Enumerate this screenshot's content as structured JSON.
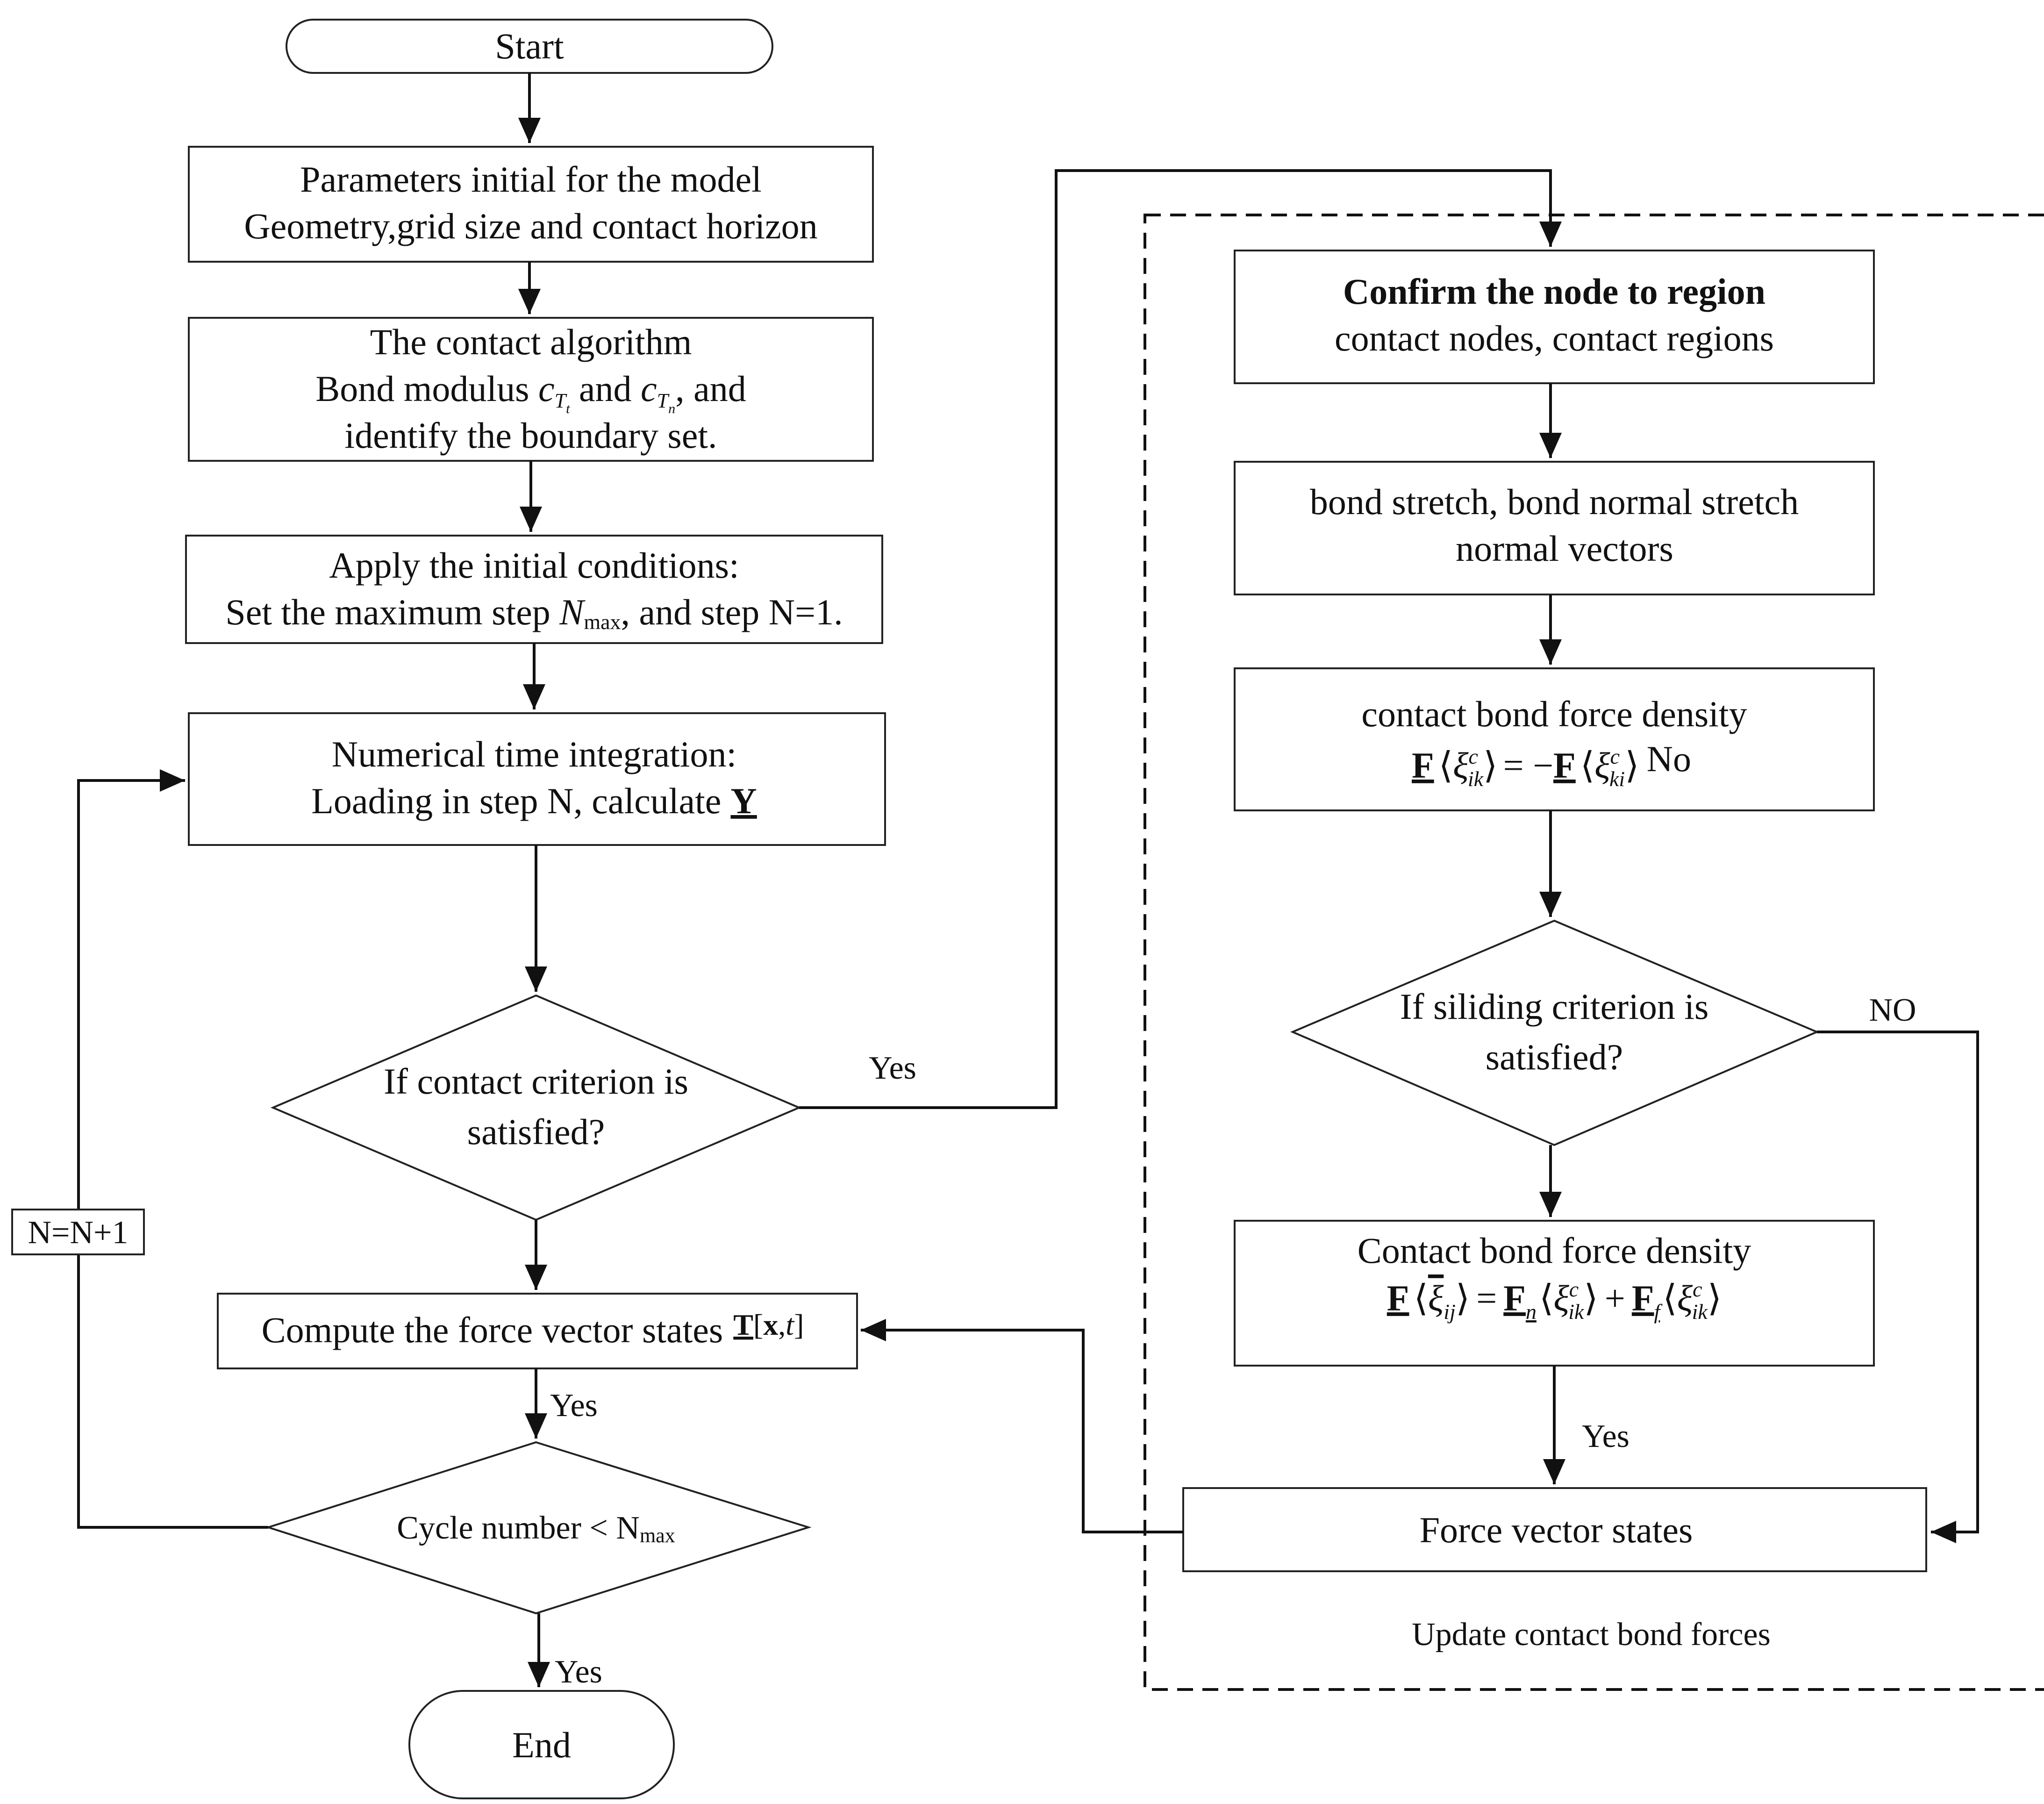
{
  "nodes": {
    "start": "Start",
    "params": {
      "line1": "Parameters initial  for the model",
      "line2": "Geometry,grid size and contact horizon"
    },
    "contact_algo": {
      "line1": "The contact algorithm",
      "line2_prefix": "Bond modulus ",
      "line2_mid": " and ",
      "line2_suffix": ", and",
      "line3": "identify the boundary set.",
      "sym_c": "c",
      "sym_T": "T",
      "sub_t": "t",
      "sub_n": "n"
    },
    "initial_conditions": {
      "line1": "Apply the initial conditions:",
      "line2_prefix": "Set the maximum step ",
      "sym_N": "N",
      "sub_max": "max",
      "line2_suffix": ", and step N=1."
    },
    "integration": {
      "line1": "Numerical time integration:",
      "line2": "Loading in step N, calculate",
      "sym_Y": "Y"
    },
    "contact_criterion": {
      "line1": "If contact criterion is",
      "line2": "satisfied?"
    },
    "compute_force": {
      "text": "Compute the force vector states",
      "sym_T": "T",
      "sym_x": "x",
      "sym_t": "t"
    },
    "cycle": {
      "text": "Cycle number < N",
      "sub": "max"
    },
    "end": "End",
    "confirm_node": {
      "line1": "Confirm the node to region",
      "line2": "contact nodes, contact regions"
    },
    "bond_stretch": {
      "line1": "bond stretch, bond normal stretch",
      "line2": "normal vectors"
    },
    "contact_bond_force": {
      "line1": "contact bond force density",
      "sym_F": "F",
      "sym_xi": "ξ",
      "sup_c": "c",
      "sub_ik": "ik",
      "sub_ki": "ki",
      "eq": "= −",
      "no_label": "No"
    },
    "sliding_criterion": {
      "line1": "If siliding criterion is",
      "line2": "satisfied?"
    },
    "contact_bond_force2": {
      "line1": "Contact bond force density",
      "sym_F": "F",
      "sym_xi": "ξ",
      "sub_ij": "ij",
      "sup_c": "c",
      "sub_ik": "ik",
      "sub_n": "n",
      "sub_f": "f",
      "eq": "=",
      "plus": "+"
    },
    "force_vector_states": "Force vector states"
  },
  "edge_labels": {
    "yes_contact": "Yes",
    "yes_compute": "Yes",
    "yes_cycle": "Yes",
    "yes_right": "Yes",
    "no_sliding": "NO",
    "loop": "N=N+1"
  },
  "group": {
    "label": "Update contact bond forces"
  }
}
